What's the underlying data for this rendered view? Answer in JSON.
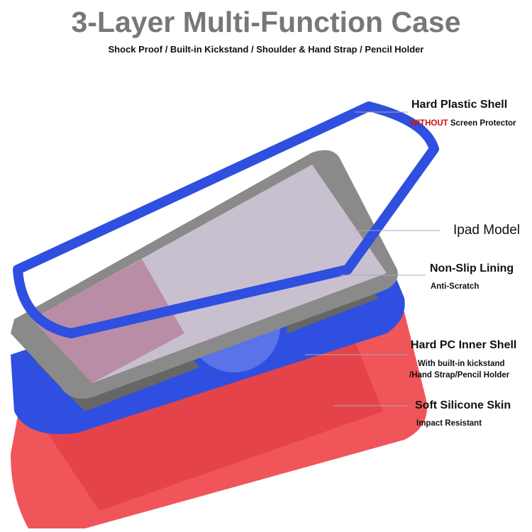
{
  "header": {
    "title": "3-Layer Multi-Function Case",
    "subtitle": "Shock Proof / Built-in Kickstand / Shoulder & Hand Strap / Pencil Holder"
  },
  "labels": {
    "hard_plastic_shell": {
      "title": "Hard Plastic Shell",
      "note_highlight": "WITHOUT",
      "note_rest": " Screen Protector"
    },
    "ipad_model": {
      "title": "Ipad Model"
    },
    "non_slip_lining": {
      "title": "Non-Slip Lining",
      "note": "Anti-Scratch"
    },
    "hard_pc_inner_shell": {
      "title": "Hard PC Inner Shell",
      "note_line1": "With built-in kickstand",
      "note_line2": "/Hand Strap/Pencil Holder"
    },
    "soft_silicone_skin": {
      "title": "Soft Silicone Skin",
      "note": "Impact Resistant"
    }
  },
  "colors": {
    "shell_blue": "#2f4fe0",
    "skin_red": "#f0555a",
    "tablet_gray": "#8a8a8a",
    "warning_red": "#d01010"
  }
}
